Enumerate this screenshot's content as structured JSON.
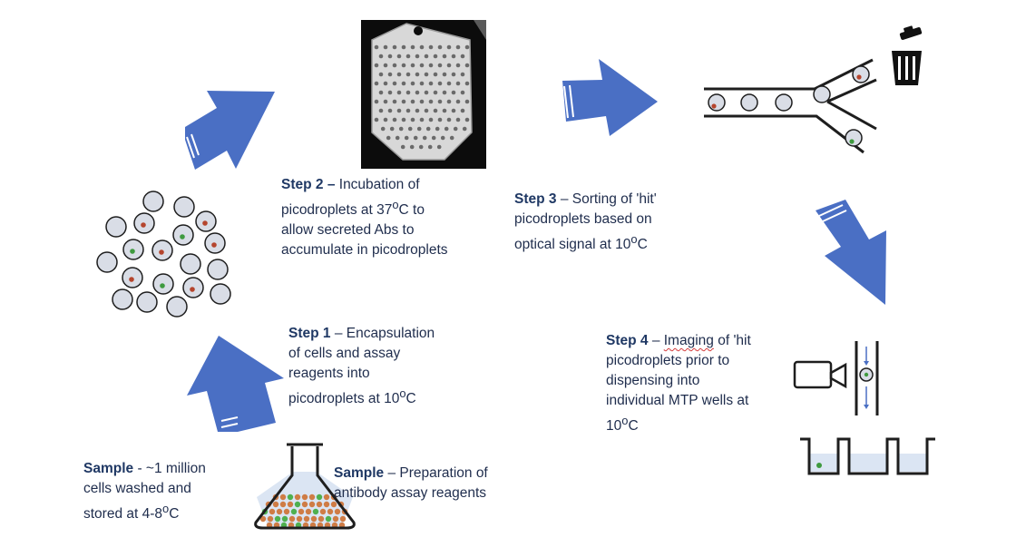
{
  "colors": {
    "arrow": "#4a6fc4",
    "arrow_stripe": "#ffffff",
    "droplet_fill": "#d9dde6",
    "droplet_stroke": "#1e1e1e",
    "cell_red": "#b5452d",
    "cell_green": "#3f9a3f",
    "text": "#1f2d4d",
    "step_label": "#1f3864",
    "flask_beads": "#cf7c45",
    "liquid": "#dbe5f3"
  },
  "icons": {
    "trash": "trash-icon",
    "camera": "camera-icon",
    "flask": "flask-icon",
    "chip": "picodroplet-chip-image"
  },
  "captions": {
    "step2": {
      "label": "Step 2 –",
      "lines": [
        " Incubation of",
        "picodroplets at 37",
        "allow secreted Abs to",
        "accumulate in picodroplets"
      ],
      "sup": "o",
      "after_sup": "C to"
    },
    "step3": {
      "label": "Step 3",
      "rest": " – Sorting of 'hit'",
      "lines": [
        "picodroplets based on",
        "optical signal at 10"
      ],
      "sup": "o",
      "after_sup": "C"
    },
    "step1": {
      "label": "Step 1",
      "rest": " – Encapsulation",
      "lines": [
        "of cells and assay",
        "reagents into",
        "picodroplets at 10"
      ],
      "sup": "o",
      "after_sup": "C"
    },
    "step4": {
      "label": "Step 4",
      "rest_a": " – ",
      "rest_b": "Imaging",
      "rest_c": " of 'hit",
      "lines": [
        "picodroplets prior to",
        "dispensing into",
        "individual MTP wells at",
        "10"
      ],
      "sup": "o",
      "after_sup": "C"
    },
    "sample_left": {
      "label": "Sample",
      "rest": " - ~1 million",
      "lines": [
        "cells washed and",
        "stored at 4-8"
      ],
      "sup": "o",
      "after_sup": "C"
    },
    "sample_right": {
      "label": "Sample",
      "rest": " – Preparation of",
      "lines": [
        "antibody assay reagents"
      ]
    }
  }
}
